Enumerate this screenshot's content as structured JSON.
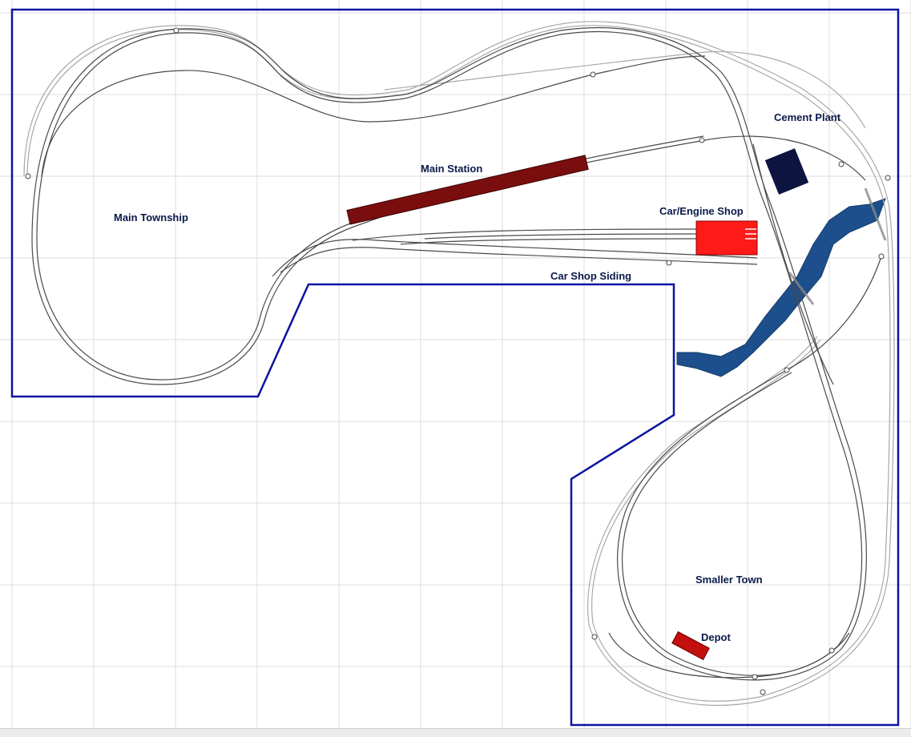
{
  "labels": {
    "main_township": "Main Township",
    "main_station": "Main Station",
    "cement_plant": "Cement Plant",
    "car_engine_shop": "Car/Engine Shop",
    "car_shop_siding": "Car Shop Siding",
    "smaller_town": "Smaller Town",
    "depot": "Depot"
  },
  "colors": {
    "boundary": "#0a14a0",
    "grid": "#dcdcdc",
    "track_dark": "#4a4a4a",
    "track_light": "#a8a8a8",
    "river": "#1c4f8c",
    "station": "#7a0e0e",
    "shop": "#ff1a1a",
    "cement_plant": "#0d1440",
    "depot": "#c40f0f"
  }
}
